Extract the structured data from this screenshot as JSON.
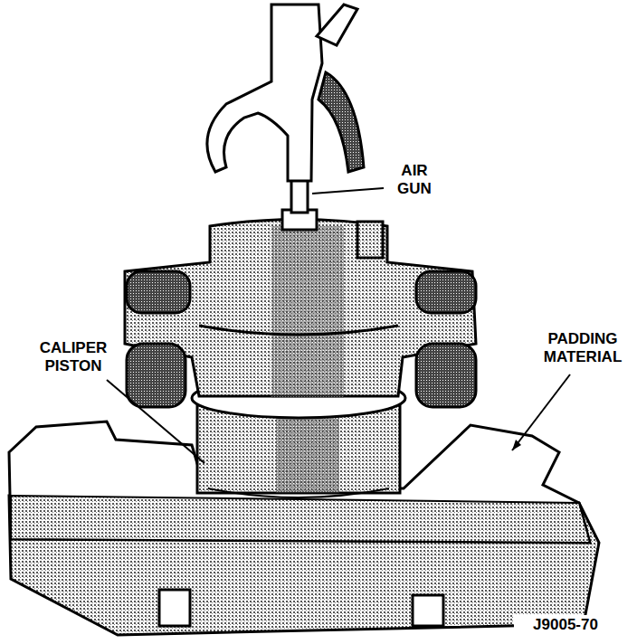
{
  "diagram": {
    "labels": [
      "AIR GUN",
      "CALIPER PISTON",
      "PADDING MATERIAL",
      "J9005-70"
    ]
  }
}
